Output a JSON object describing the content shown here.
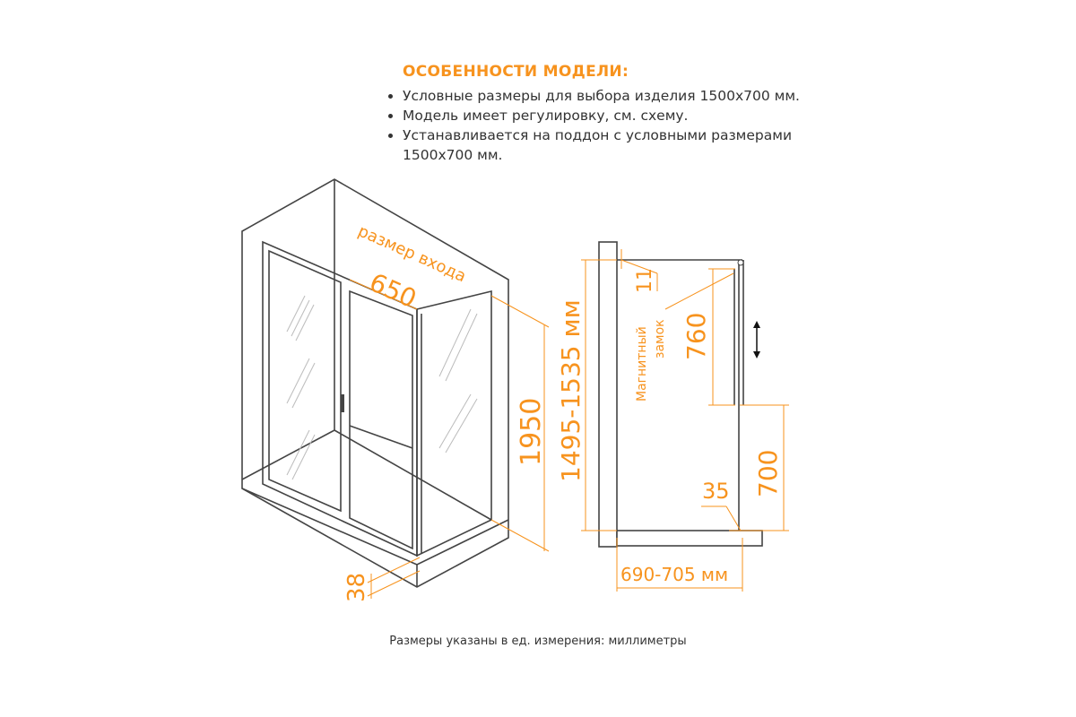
{
  "features": {
    "title": "ОСОБЕННОСТИ МОДЕЛИ:",
    "items": [
      "Условные размеры для выбора изделия 1500x700 мм.",
      "Модель имеет регулировку, см. схему.",
      "Устанавливается на поддон с условными размерами 1500x700 мм."
    ]
  },
  "left_view": {
    "entry_label": "размер входа",
    "entry_width": "650",
    "height": "1950",
    "tray_height": "38"
  },
  "side_view": {
    "height_range": "1495-1535 мм",
    "offset_top": "11",
    "magnet_label_line1": "Магнитный",
    "magnet_label_line2": "замок",
    "panel_height": "760",
    "lower_height": "700",
    "offset_bottom": "35",
    "depth_range": "690-705 мм"
  },
  "footer_note": "Размеры указаны в ед. измерения: миллиметры",
  "colors": {
    "accent": "#f7931e",
    "line": "#444444"
  }
}
